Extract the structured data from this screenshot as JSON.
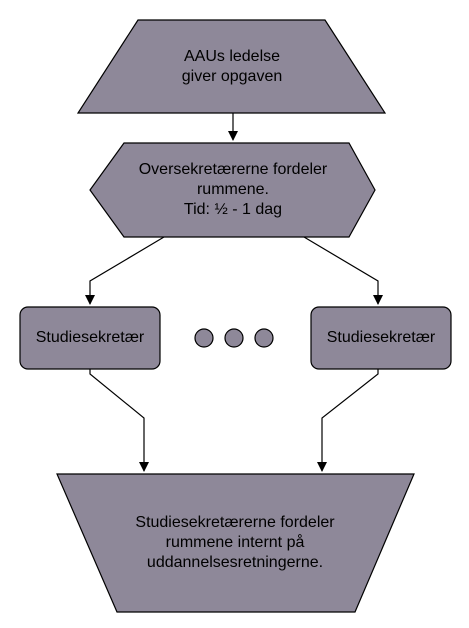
{
  "colors": {
    "fill": "#8e8899",
    "stroke": "#000000",
    "text": "#000000",
    "background": "#ffffff"
  },
  "nodes": {
    "top": {
      "lines": [
        "AAUs ledelse",
        "giver opgaven"
      ]
    },
    "middle": {
      "lines": [
        "Oversekretærerne fordeler",
        "rummene.",
        "Tid: ½ - 1 dag"
      ]
    },
    "left": {
      "lines": [
        "Studiesekretær"
      ]
    },
    "right": {
      "lines": [
        "Studiesekretær"
      ]
    },
    "bottom": {
      "lines": [
        "Studiesekretærerne fordeler",
        "rummene internt på",
        "uddannelsesretningerne."
      ]
    }
  },
  "ellipsis_count": 3
}
